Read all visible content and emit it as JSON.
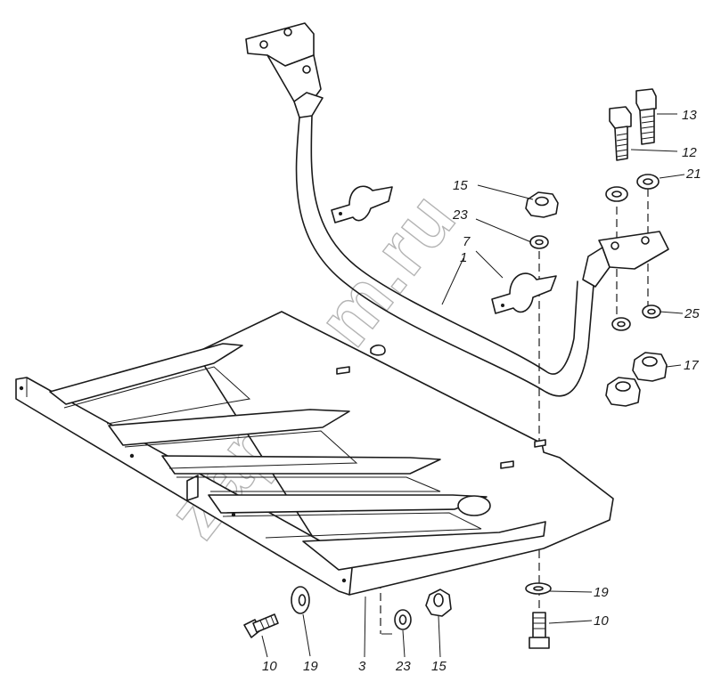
{
  "watermark": "zap-kam.ru",
  "labels": {
    "l1": "1",
    "l3": "3",
    "l7": "7",
    "l10a": "10",
    "l10b": "10",
    "l12": "12",
    "l13": "13",
    "l15a": "15",
    "l15b": "15",
    "l17": "17",
    "l19a": "19",
    "l19b": "19",
    "l21": "21",
    "l23a": "23",
    "l23b": "23",
    "l25": "25"
  },
  "colors": {
    "ink": "#1a1a1a",
    "paper": "#ffffff",
    "watermark": "#b4b4b4"
  }
}
